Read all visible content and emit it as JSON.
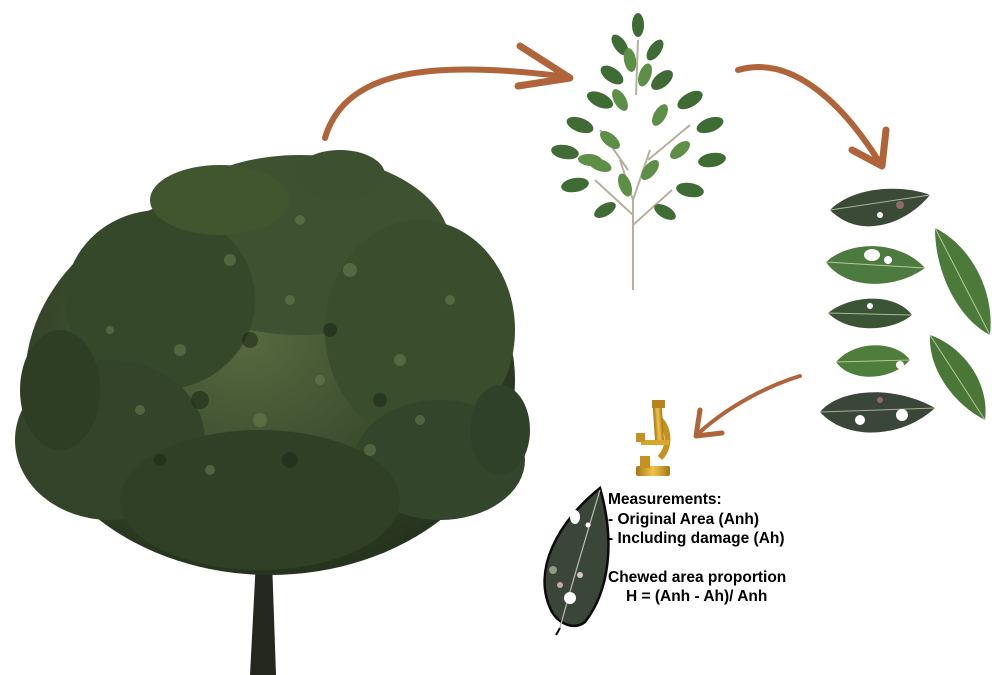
{
  "measurements": {
    "heading": "Measurements:",
    "items": [
      "- Original Area (Anh)",
      "- Including damage (Ah)"
    ]
  },
  "chewed": {
    "title": "Chewed area proportion",
    "formula": "H = (Anh - Ah)/ Anh"
  },
  "colors": {
    "arrow": "#b0643a",
    "foliage_dark": "#2f3f26",
    "foliage_mid": "#4a5e3a",
    "leaf_green": "#4f7a3e",
    "trunk": "#24281f",
    "microscope": "#d7a72a"
  },
  "icons": [
    "tree",
    "branch",
    "damaged-leaves",
    "microscope",
    "chewed-leaf"
  ]
}
